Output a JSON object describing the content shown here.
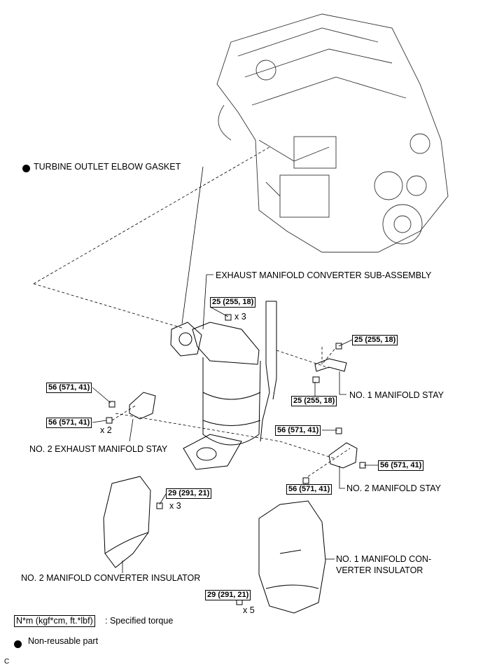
{
  "parts": {
    "gasket": "TURBINE OUTLET ELBOW GASKET",
    "converter": "EXHAUST MANIFOLD CONVERTER SUB-ASSEMBLY",
    "no1_stay": "NO. 1 MANIFOLD STAY",
    "no2_exhaust_stay": "NO. 2 EXHAUST MANIFOLD STAY",
    "no2_stay": "NO. 2 MANIFOLD STAY",
    "no2_insulator": "NO. 2 MANIFOLD CONVERTER INSULATOR",
    "no1_insulator_line1": "NO. 1 MANIFOLD CON-",
    "no1_insulator_line2": "VERTER INSULATOR"
  },
  "torques": {
    "t25_a": "25 (255, 18)",
    "t25_a_qty": "x 3",
    "t25_b": "25 (255, 18)",
    "t25_c": "25 (255, 18)",
    "t56_a": "56 (571, 41)",
    "t56_b": "56 (571, 41)",
    "t56_b_qty": "x 2",
    "t56_c": "56 (571, 41)",
    "t56_d": "56 (571, 41)",
    "t56_e": "56 (571, 41)",
    "t29_a": "29 (291, 21)",
    "t29_a_qty": "x 3",
    "t29_b": "29 (291, 21)",
    "t29_b_qty": "x 5"
  },
  "legend": {
    "torque_unit": "N*m (kgf*cm, ft.*lbf)",
    "torque_desc": ": Specified torque",
    "nonreusable": "Non-reusable part"
  },
  "figure_code": "C"
}
